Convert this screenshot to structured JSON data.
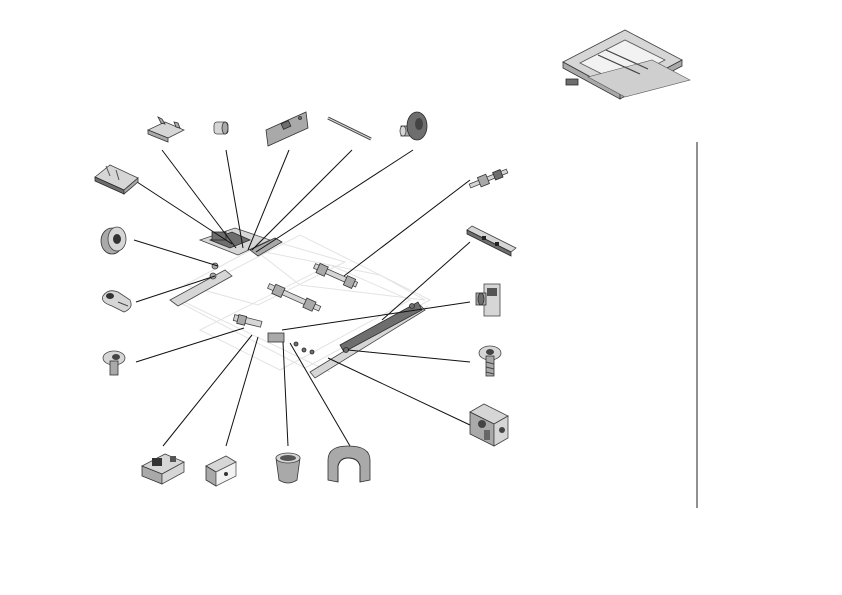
{
  "figure": {
    "main_assembly_icon": "paper-tray-assembly-icon",
    "thumbnail_icon": "tray-thumbnail-icon",
    "parts": [
      {
        "name": "part-bracket-plate",
        "icon": "bent-bracket-icon"
      },
      {
        "name": "part-small-bushing",
        "icon": "bushing-icon"
      },
      {
        "name": "part-mounting-plate",
        "icon": "mounting-plate-icon"
      },
      {
        "name": "part-shaft",
        "icon": "shaft-icon"
      },
      {
        "name": "part-roller-knob",
        "icon": "roller-knob-icon"
      },
      {
        "name": "part-rail-guide",
        "icon": "rail-guide-icon"
      },
      {
        "name": "part-ring-bearing",
        "icon": "ring-bearing-icon"
      },
      {
        "name": "part-clip",
        "icon": "clip-icon"
      },
      {
        "name": "part-screw-left",
        "icon": "screw-icon"
      },
      {
        "name": "part-roller-shaft",
        "icon": "roller-shaft-icon"
      },
      {
        "name": "part-sensor-bar",
        "icon": "sensor-bar-icon"
      },
      {
        "name": "part-actuator",
        "icon": "actuator-icon"
      },
      {
        "name": "part-screw-right",
        "icon": "screw-icon"
      },
      {
        "name": "part-housing-block",
        "icon": "housing-block-icon"
      },
      {
        "name": "part-connector",
        "icon": "connector-icon"
      },
      {
        "name": "part-angle-bracket",
        "icon": "angle-bracket-icon"
      },
      {
        "name": "part-sleeve",
        "icon": "sleeve-icon"
      },
      {
        "name": "part-u-cover",
        "icon": "u-cover-icon"
      }
    ]
  }
}
